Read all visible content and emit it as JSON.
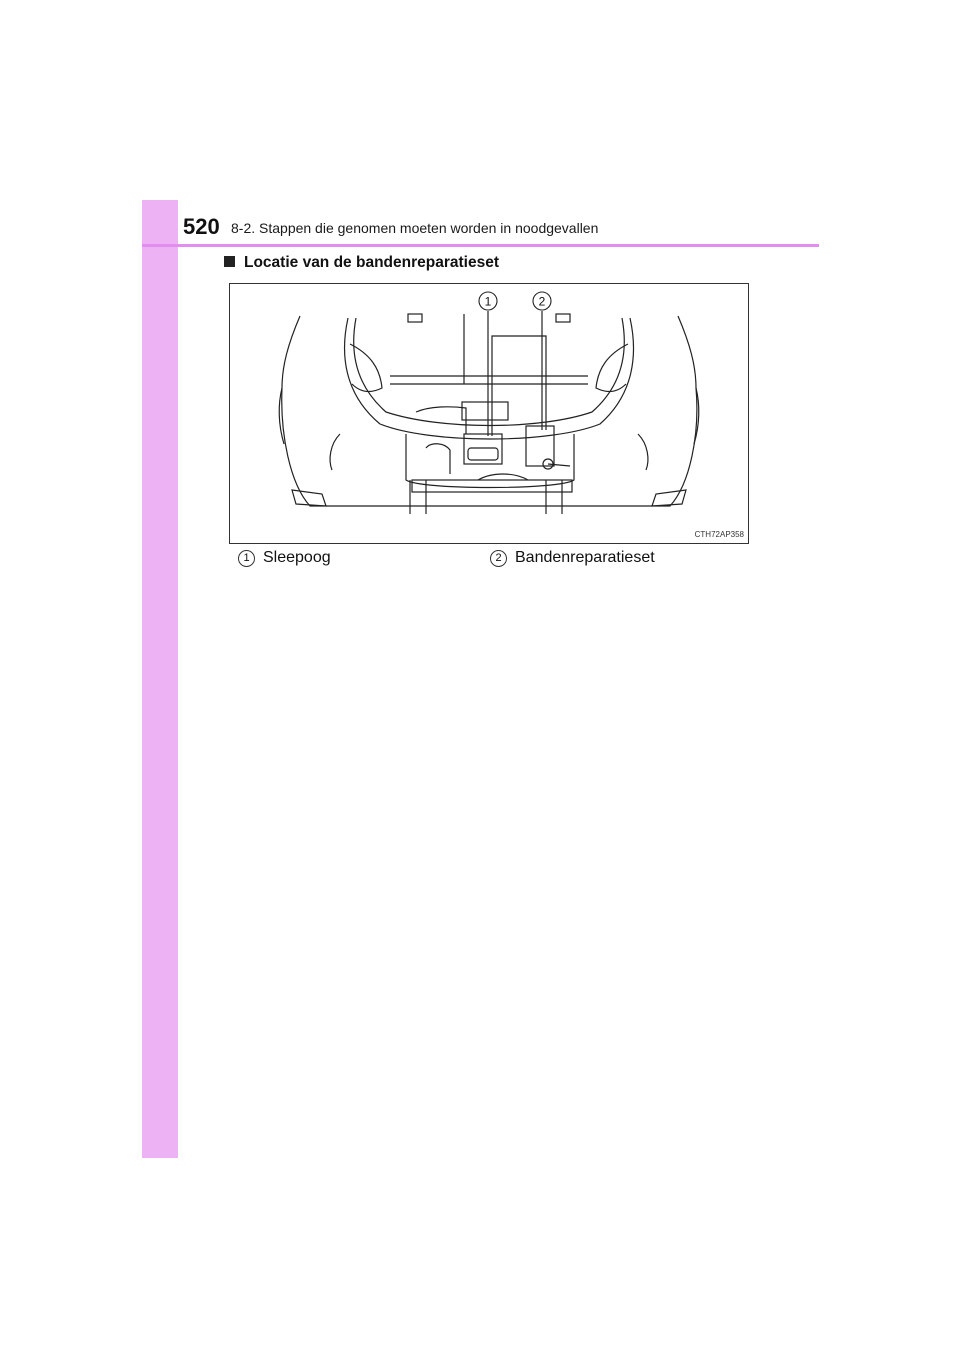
{
  "header": {
    "page_number": "520",
    "chapter_title": "8-2. Stappen die genomen moeten worden in noodgevallen"
  },
  "section": {
    "heading": "Locatie van de bandenreparatieset"
  },
  "figure": {
    "code": "CTH72AP358",
    "callouts": [
      "1",
      "2"
    ]
  },
  "legend": [
    {
      "number": "1",
      "label": "Sleepoog"
    },
    {
      "number": "2",
      "label": "Bandenreparatieset"
    }
  ],
  "colors": {
    "side_tab": "#edb2f4",
    "header_rule": "#e28ef0"
  }
}
